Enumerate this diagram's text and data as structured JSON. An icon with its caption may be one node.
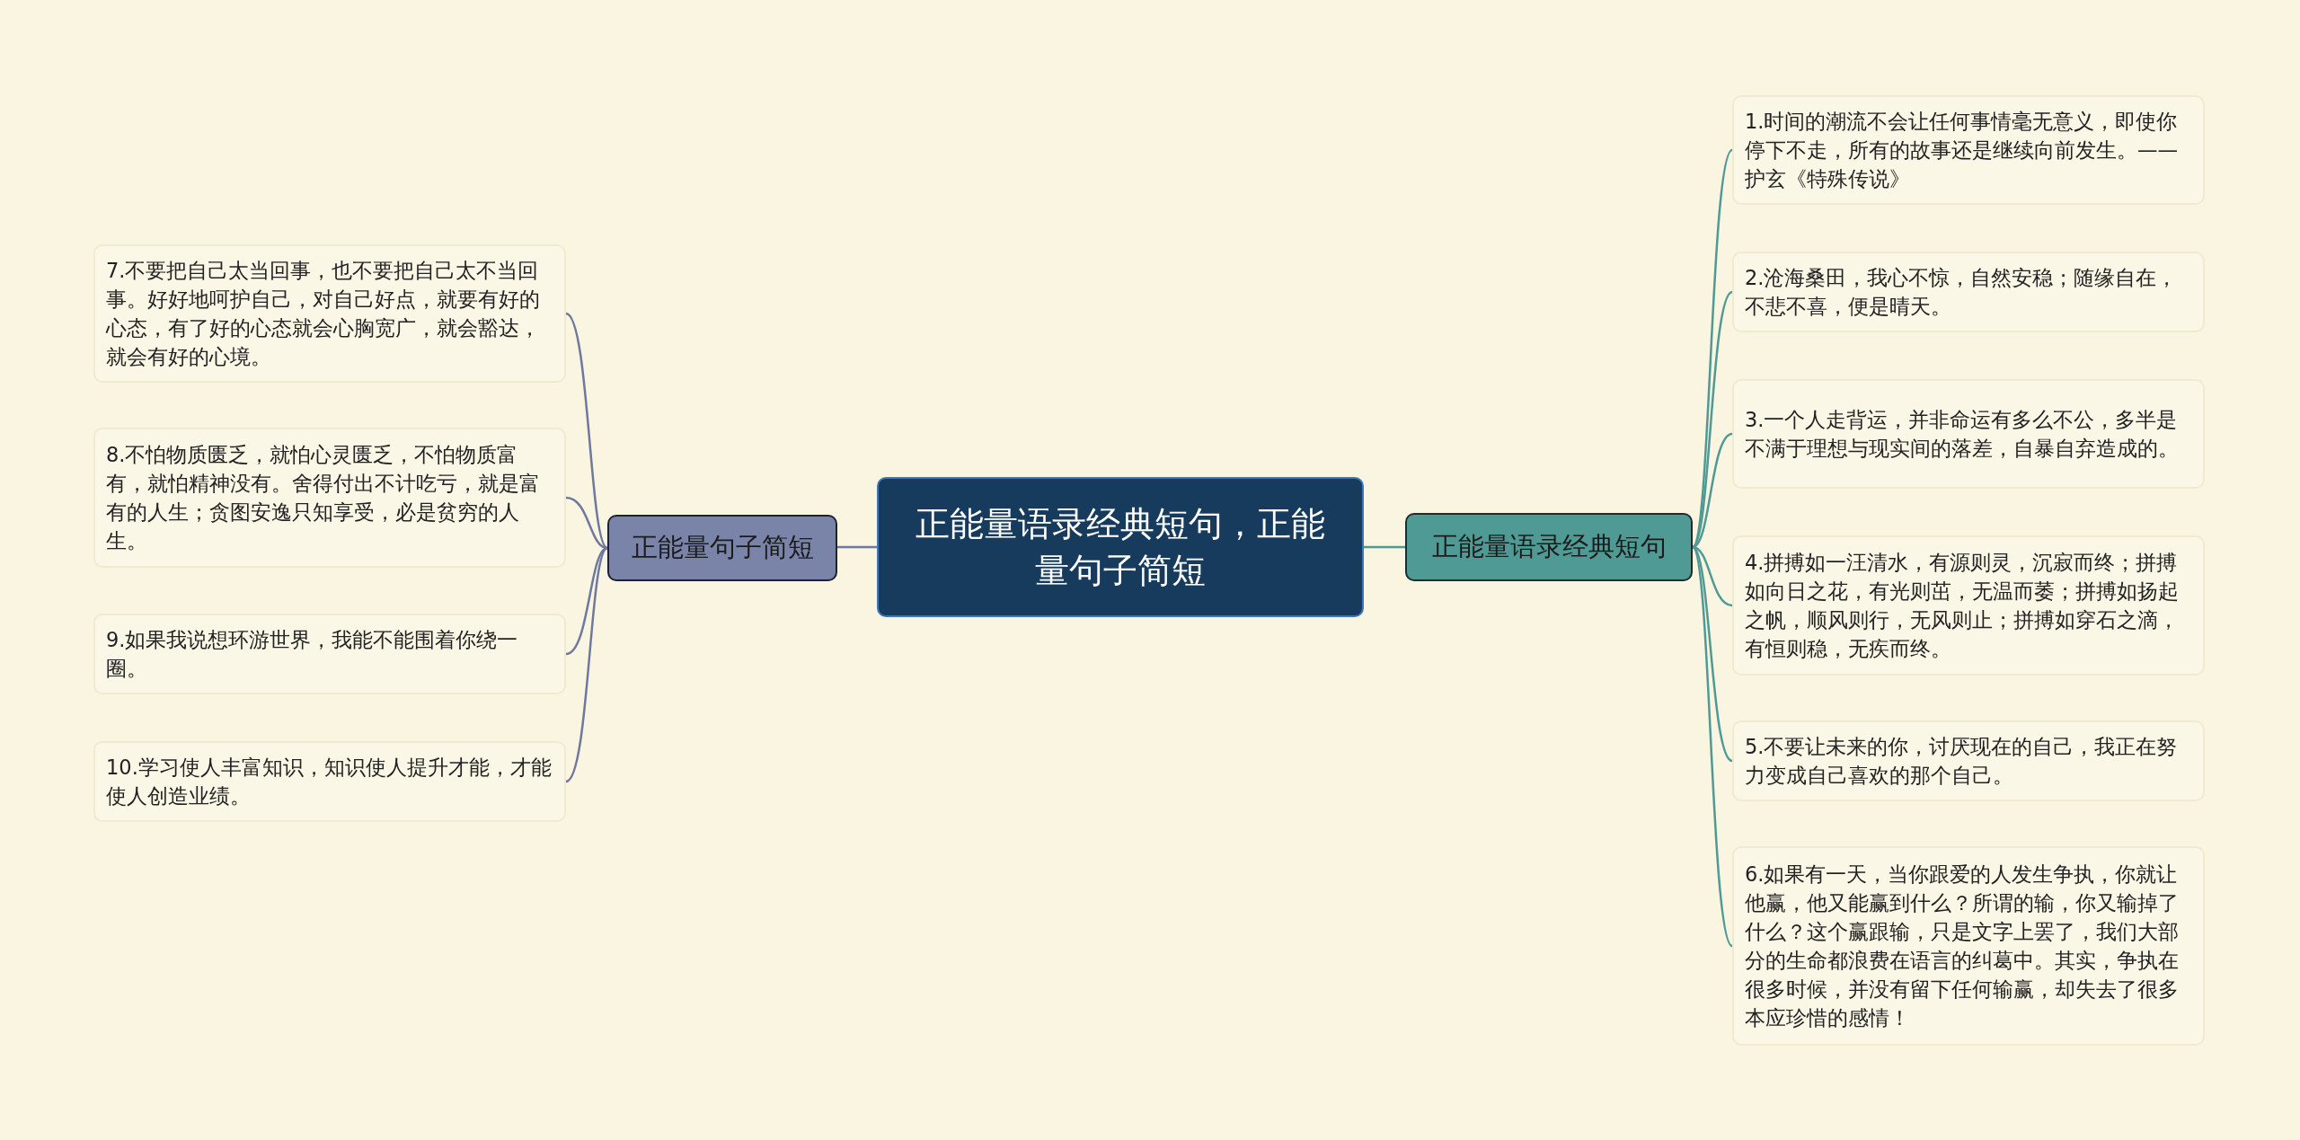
{
  "diagram": {
    "nodes": [
      {
        "text": [
          "正能量语录经典短句，正能量句子简短"
        ]
      },
      {
        "text": [
          "正能量语录经典短句"
        ]
      },
      {
        "text": [
          "1.时间的潮流不会让任何事情毫无意义，即使你停下不走，所有的故事还是继续向前发生。——护玄《特殊传说》"
        ]
      },
      {
        "text": [
          "2.沧海桑田，我心不惊，自然安稳；随缘自在，不悲不喜，便是晴天。"
        ]
      },
      {
        "text": [
          "3.一个人走背运，并非命运有多么不公，多半是不满于理想与现实间的落差，自暴自弃造成的。"
        ]
      },
      {
        "text": [
          "4.拼搏如一汪清水，有源则灵，沉寂而终；拼搏如向日之花，有光则茁，无温而萎；拼搏如扬起之帆，顺风则行，无风则止；拼搏如穿石之滴，有恒则稳，无疾而终。"
        ]
      },
      {
        "text": [
          "5.不要让未来的你，讨厌现在的自己，我正在努力变成自己喜欢的那个自己。"
        ]
      },
      {
        "text": [
          "6.如果有一天，当你跟爱的人发生争执，你就让他赢，他又能赢到什么？所谓的输，你又输掉了什么？这个赢跟输，只是文字上罢了，我们大部分的生命都浪费在语言的纠葛中。其实，争执在很多时候，并没有留下任何输赢，却失去了很多本应珍惜的感情！"
        ]
      },
      {
        "text": [
          "正能量句子简短"
        ]
      },
      {
        "text": [
          "7.不要把自己太当回事，也不要把自己太不当回事。好好地呵护自己，对自己好点，就要有好的心态，有了好的心态就会心胸宽广，就会豁达，就会有好的心境。"
        ]
      },
      {
        "text": [
          "8.不怕物质匮乏，就怕心灵匮乏，不怕物质富有，就怕精神没有。舍得付出不计吃亏，就是富有的人生；贪图安逸只知享受，必是贫穷的人生。"
        ]
      },
      {
        "text": [
          "9.如果我说想环游世界，我能不能围着你绕一圈。"
        ]
      },
      {
        "text": [
          "10.学习使人丰富知识，知识使人提升才能，才能使人创造业绩。"
        ]
      }
    ],
    "edges": [
      {
        "from": 0,
        "to": 1,
        "arrow": "none"
      },
      {
        "from": 1,
        "to": 2,
        "arrow": "none"
      },
      {
        "from": 1,
        "to": 3,
        "arrow": "none"
      },
      {
        "from": 1,
        "to": 4,
        "arrow": "none"
      },
      {
        "from": 1,
        "to": 5,
        "arrow": "none"
      },
      {
        "from": 1,
        "to": 6,
        "arrow": "none"
      },
      {
        "from": 1,
        "to": 7,
        "arrow": "none"
      },
      {
        "from": 0,
        "to": 8,
        "arrow": "none",
        "color": "#6f789e"
      },
      {
        "from": 8,
        "to": 9,
        "arrow": "none",
        "color": "#6f789e"
      },
      {
        "from": 8,
        "to": 10,
        "arrow": "none",
        "color": "#6f789e"
      },
      {
        "from": 8,
        "to": 11,
        "arrow": "none",
        "color": "#6f789e"
      },
      {
        "from": 8,
        "to": 12,
        "arrow": "none",
        "color": "#6f789e"
      }
    ]
  }
}
